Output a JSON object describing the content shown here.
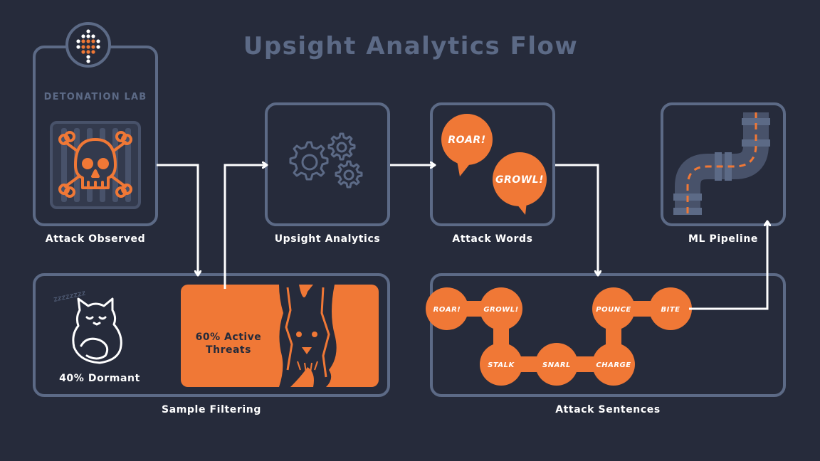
{
  "title": "Upsight Analytics Flow",
  "colors": {
    "background": "#262b3b",
    "box_stroke": "#5c6a86",
    "accent": "#f07836",
    "arrow": "#ffffff",
    "dark_icon": "#48526a"
  },
  "stages": {
    "attack_observed": {
      "label": "Attack Observed",
      "sublabel": "DETONATION LAB",
      "icons": [
        "biohazard-logo-icon",
        "skull-crossbones-icon",
        "cage-bars-icon"
      ]
    },
    "upsight_analytics": {
      "label": "Upsight Analytics",
      "icon": "gears-icon"
    },
    "attack_words": {
      "label": "Attack Words",
      "bubbles": [
        "ROAR!",
        "GROWL!"
      ]
    },
    "ml_pipeline": {
      "label": "ML Pipeline",
      "icon": "pipe-icon"
    },
    "sample_filtering": {
      "label": "Sample Filtering",
      "dormant": "40% Dormant",
      "dormant_zzz": "zzzzzzzz",
      "active": "60% Active Threats",
      "icons": [
        "sleeping-cat-icon",
        "tiger-icon"
      ]
    },
    "attack_sentences": {
      "label": "Attack Sentences",
      "words": [
        "ROAR!",
        "GROWL!",
        "STALK",
        "SNARL",
        "CHARGE",
        "POUNCE",
        "BITE"
      ]
    }
  }
}
